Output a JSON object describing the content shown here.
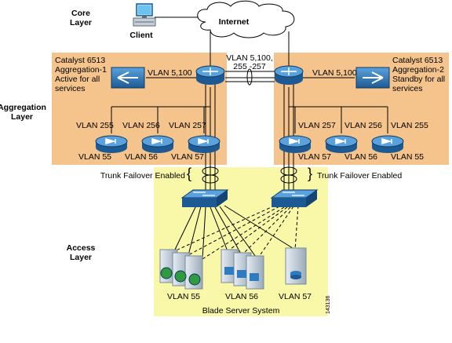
{
  "layers": {
    "core": [
      "Core",
      "Layer"
    ],
    "aggregation": [
      "Aggregation",
      "Layer"
    ],
    "access": [
      "Access",
      "Layer"
    ]
  },
  "client_label": "Client",
  "internet_label": "Internet",
  "aggregation_1": [
    "Catalyst 6513",
    "Aggregation-1",
    "Active for all",
    "services"
  ],
  "aggregation_2": [
    "Catalyst 6513",
    "Aggregation-2",
    "Standby for all",
    "services"
  ],
  "vlan_interswitch": [
    "VLAN 5,100,",
    "255 -257"
  ],
  "left_module_vlan": "VLAN 5,100",
  "right_module_vlan": "VLAN 5,100",
  "left_upper_vlans": [
    "VLAN 255",
    "VLAN 256",
    "VLAN 257"
  ],
  "left_lower_vlans": [
    "VLAN 55",
    "VLAN 56",
    "VLAN 57"
  ],
  "right_upper_vlans": [
    "VLAN 257",
    "VLAN 256",
    "VLAN 255"
  ],
  "right_lower_vlans": [
    "VLAN 57",
    "VLAN 56",
    "VLAN 55"
  ],
  "trunk_left": "Trunk Failover Enabled",
  "trunk_right": "Trunk Failover Enabled",
  "server_vlans": [
    "VLAN 55",
    "VLAN 56",
    "VLAN 57"
  ],
  "blade_system_label": "Blade Server System",
  "figure_id": "143136",
  "colors": {
    "aggregation_bg": "#f5c48c",
    "access_bg": "#f8f8a8",
    "device_blue": "#2f7bbf",
    "device_dark": "#1d5a93",
    "server_grey": "#b9c6d2"
  }
}
